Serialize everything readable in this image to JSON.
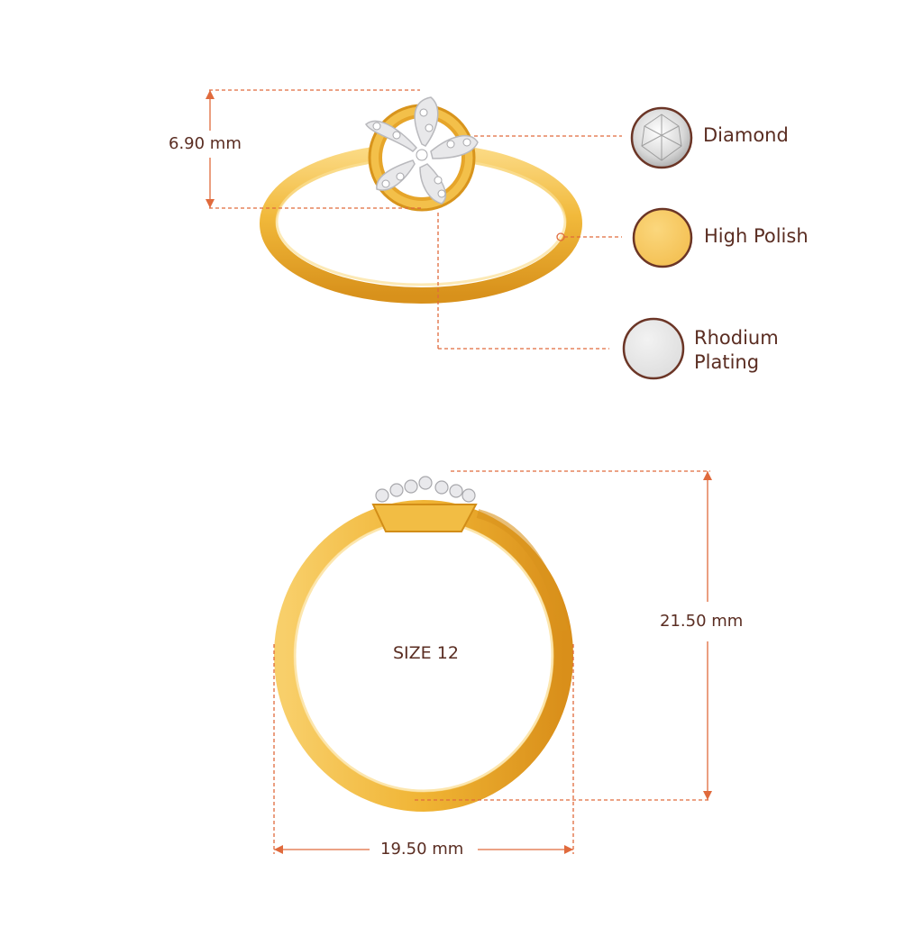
{
  "dimensions": {
    "top_height": "6.90 mm",
    "front_height": "21.50 mm",
    "front_width": "19.50 mm"
  },
  "size_label": "SIZE 12",
  "legend": [
    {
      "key": "diamond",
      "label": "Diamond",
      "icon": "diamond-swatch-icon",
      "color": "#e6e6e6"
    },
    {
      "key": "high-polish",
      "label": "High Polish",
      "icon": "gold-swatch-icon",
      "color": "#f7c85a"
    },
    {
      "key": "rhodium",
      "label": "Rhodium Plating",
      "icon": "rhodium-swatch-icon",
      "color": "#e4e4e4"
    }
  ],
  "colors": {
    "dimension_line": "#e06a3c",
    "label_text": "#5a2d22",
    "swatch_border": "#6b3526",
    "gold_light": "#f9d77a",
    "gold": "#f0b93c",
    "gold_dark": "#d9951d"
  }
}
